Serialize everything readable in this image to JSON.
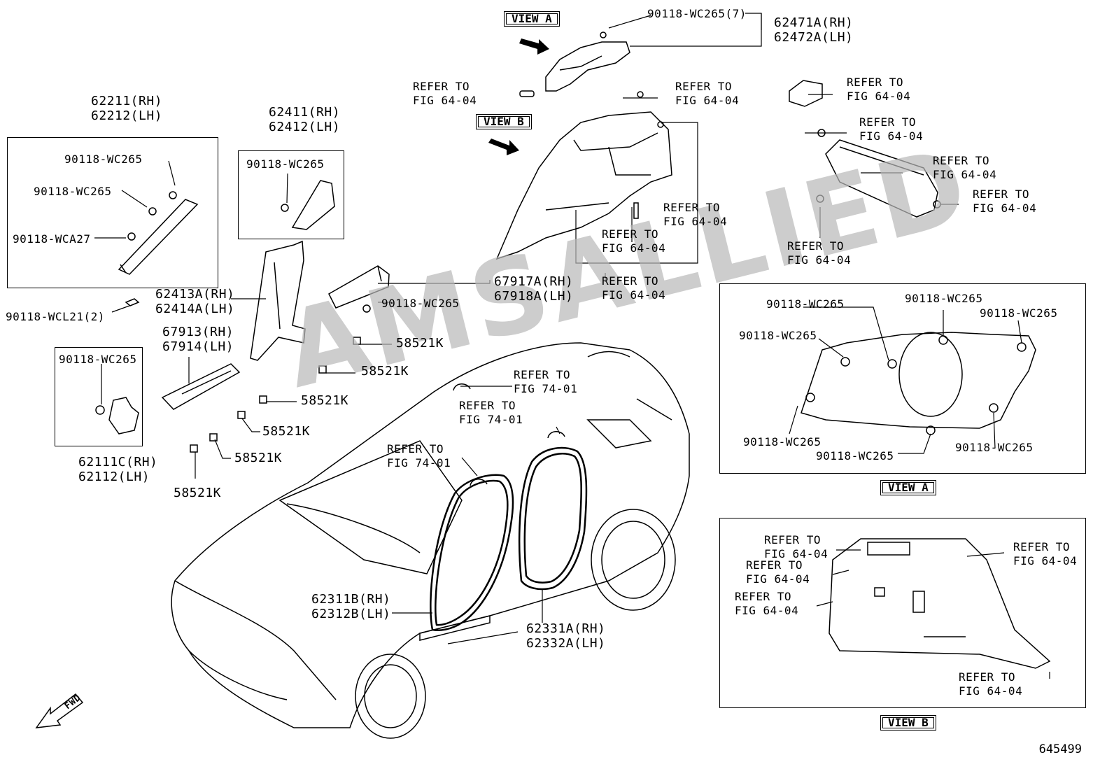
{
  "watermark": "AMSALLIED",
  "figure_number": "645499",
  "view_tags": {
    "a_top": "VIEW A",
    "b_top": "VIEW B",
    "a_bottom": "VIEW A",
    "b_bottom": "VIEW B"
  },
  "fwd_label": "FWD",
  "labels": {
    "p62471": "62471A(RH)\n62472A(LH)",
    "clip_top": "90118-WC265(7)",
    "ref_quarter_lamp": "REFER TO\nFIG 64-04",
    "ref_screw_top": "REFER TO\nFIG 64-04",
    "ref_panel_mid": "REFER TO\nFIG 64-04",
    "ref_panel_lower": "REFER TO\nFIG 64-04",
    "ref_panel_bottom": "REFER TO\nFIG 64-04",
    "ref_lamp_right": "REFER TO\nFIG 64-04",
    "ref_tray_1": "REFER TO\nFIG 64-04",
    "ref_tray_2": "REFER TO\nFIG 64-04",
    "ref_tray_3": "REFER TO\nFIG 64-04",
    "ref_tray_4": "REFER TO\nFIG 64-04",
    "p62211": "62211(RH)\n62212(LH)",
    "box1_c1": "90118-WC265",
    "box1_c2": "90118-WC265",
    "box1_c3": "90118-WCA27",
    "p62411": "62411(RH)\n62412(LH)",
    "box2_c1": "90118-WC265",
    "p62413": "62413A(RH)\n62414A(LH)",
    "wcl21": "90118-WCL21(2)",
    "p67917": "67917A(RH)\n67918A(LH)",
    "clip_67917": "90118-WC265",
    "p67913": "67913(RH)\n67914(LH)",
    "box3_c1": "90118-WC265",
    "p62111": "62111C(RH)\n62112(LH)",
    "k1": "58521K",
    "k2": "58521K",
    "k3": "58521K",
    "k4": "58521K",
    "k5": "58521K",
    "k6": "58521K",
    "ref74_1": "REFER TO\nFIG 74-01",
    "ref74_2": "REFER TO\nFIG 74-01",
    "ref74_3": "REFER TO\nFIG 74-01",
    "p62311": "62311B(RH)\n62312B(LH)",
    "p62331": "62331A(RH)\n62332A(LH)",
    "va_c1": "90118-WC265",
    "va_c2": "90118-WC265",
    "va_c3": "90118-WC265",
    "va_c4": "90118-WC265",
    "va_c5": "90118-WC265",
    "va_c6": "90118-WC265",
    "va_c7": "90118-WC265",
    "vb_r1": "REFER TO\nFIG 64-04",
    "vb_r2": "REFER TO\nFIG 64-04",
    "vb_r3": "REFER TO\nFIG 64-04",
    "vb_r4": "REFER TO\nFIG 64-04",
    "vb_r5": "REFER TO\nFIG 64-04"
  }
}
